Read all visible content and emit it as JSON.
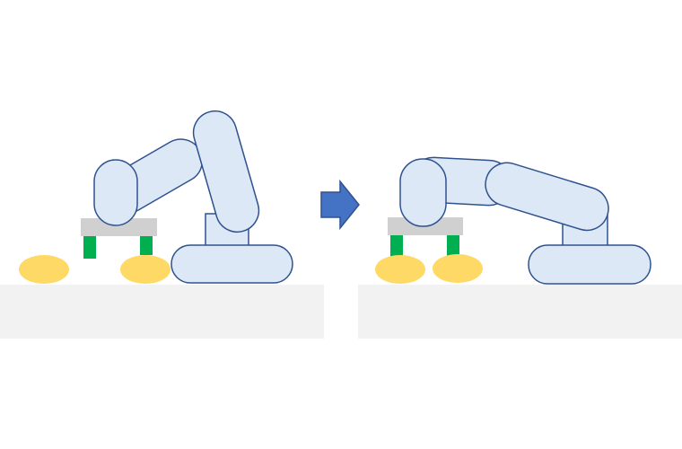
{
  "diagram": {
    "colors": {
      "background": "#ffffff",
      "table_fill": "#f2f2f2",
      "arm_fill": "#dde8f6",
      "arm_stroke": "#2f528f",
      "gripper_bar": "#d0d0d0",
      "gripper_finger": "#00b050",
      "object_fill": "#ffd966",
      "arrow_fill": "#4472c4",
      "arrow_stroke": "#2f528f"
    },
    "panels": [
      {
        "name": "before",
        "gripper_state": "open",
        "objects": 2
      },
      {
        "name": "after",
        "gripper_state": "closed",
        "objects": 2
      }
    ],
    "transition_icon": "right-arrow-icon"
  }
}
